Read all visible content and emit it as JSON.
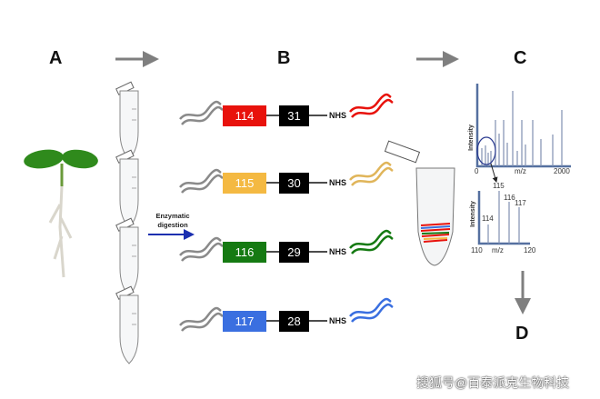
{
  "panels": {
    "a": "A",
    "b": "B",
    "c": "C",
    "d": "D"
  },
  "digestion": {
    "line1": "Enzymatic",
    "line2": "digestion"
  },
  "tags": [
    {
      "reporter": "114",
      "balancer": "31",
      "group": "NHS",
      "color": "#e8120c"
    },
    {
      "reporter": "115",
      "balancer": "30",
      "group": "NHS",
      "color": "#f4b942"
    },
    {
      "reporter": "116",
      "balancer": "29",
      "group": "NHS",
      "color": "#157a12"
    },
    {
      "reporter": "117",
      "balancer": "28",
      "group": "NHS",
      "color": "#3a6fe0"
    }
  ],
  "spectrum_full": {
    "ylabel": "Intensity",
    "xlabel": "m/z",
    "xmin": "0",
    "xmax": "2000"
  },
  "spectrum_zoom": {
    "ylabel": "Intensity",
    "xlabel": "m/z",
    "xmin": "110",
    "xmax": "120",
    "peaks": [
      "114",
      "115",
      "116",
      "117"
    ]
  },
  "watermark": "搜狐号@百泰派克生物科技"
}
